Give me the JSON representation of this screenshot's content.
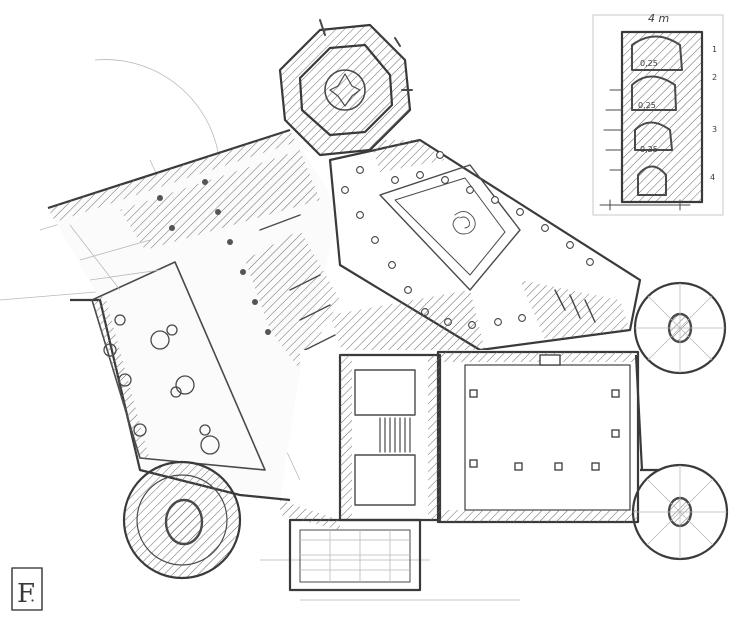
{
  "section_inset": {
    "scale_label": "4 m",
    "levels": [
      "1",
      "2",
      "3",
      "4"
    ],
    "heights": [
      "0,25",
      "0,25",
      "0,25"
    ]
  },
  "signature": {
    "monogram": "F",
    "mark": "·"
  },
  "colors": {
    "ink": "#4a4a4a",
    "paper": "#ffffff",
    "hatch": "#6a6a6a"
  }
}
